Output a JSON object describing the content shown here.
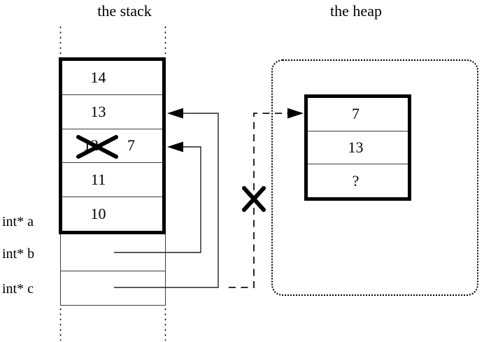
{
  "stack": {
    "title": "the stack",
    "cells": [
      {
        "value": "14"
      },
      {
        "value": "13"
      },
      {
        "value": "12",
        "crossed_out": true,
        "new_value": "7"
      },
      {
        "value": "11"
      },
      {
        "value": "10"
      }
    ]
  },
  "heap": {
    "title": "the heap",
    "cells": [
      {
        "value": "7"
      },
      {
        "value": "13"
      },
      {
        "value": "?"
      }
    ]
  },
  "variables": [
    {
      "label": "int* a"
    },
    {
      "label": "int* b"
    },
    {
      "label": "int* c"
    }
  ],
  "pointers": {
    "b_points_to": "stack cell 7 (old 12)",
    "c_points_to": "stack cell 13",
    "c_old_dangling": "heap cell 7 (crossed out)"
  },
  "colors": {
    "ink": "#000000",
    "thin_line": "#3d3d3d",
    "background": "#ffffff"
  }
}
